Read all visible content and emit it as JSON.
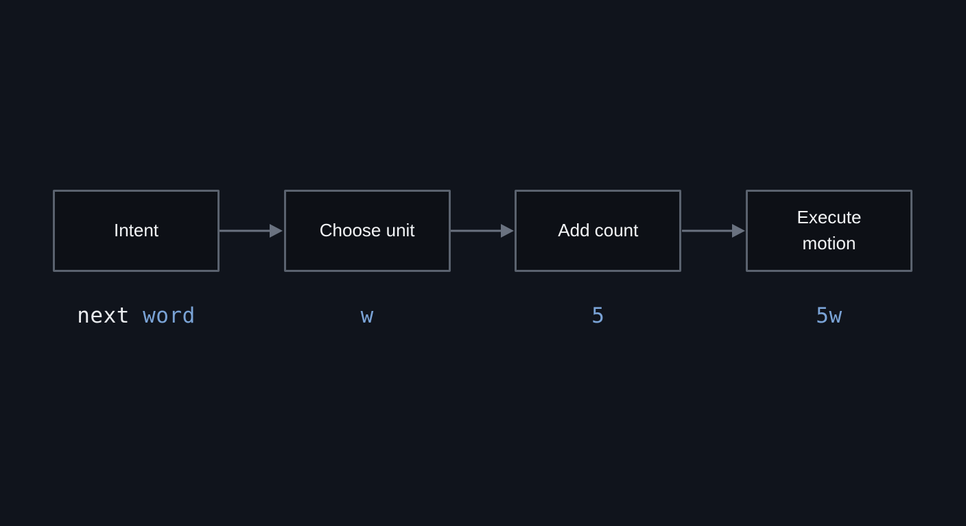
{
  "diagram": {
    "stages": [
      {
        "label": "Intent",
        "code_plain": "next ",
        "code_accent": "word"
      },
      {
        "label": "Choose unit",
        "code_plain": "",
        "code_accent": "w"
      },
      {
        "label": "Add count",
        "code_plain": "",
        "code_accent": "5"
      },
      {
        "label": "Execute\nmotion",
        "code_plain": "",
        "code_accent": "5w"
      }
    ],
    "colors": {
      "background": "#10141c",
      "box_border": "#5a626e",
      "box_fill": "#0d1016",
      "box_text": "#f2f4f6",
      "arrow": "#6a7280",
      "code_plain": "#e9ebee",
      "code_accent": "#7aa3d6"
    }
  }
}
